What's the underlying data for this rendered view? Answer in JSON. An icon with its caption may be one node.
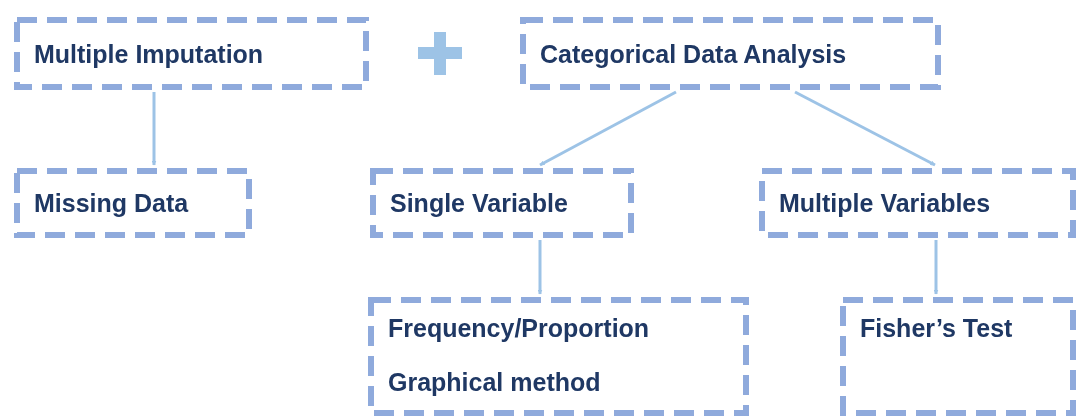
{
  "diagram": {
    "nodes": [
      {
        "text": [
          "Multiple Imputation"
        ]
      },
      {
        "text": [
          "Categorical Data Analysis"
        ]
      },
      {
        "text": [
          "Missing Data"
        ]
      },
      {
        "text": [
          "Single Variable"
        ]
      },
      {
        "text": [
          "Multiple Variables"
        ]
      },
      {
        "text": [
          "Frequency/Proportion",
          "Graphical method"
        ]
      },
      {
        "text": [
          "Fisher’s Test"
        ]
      }
    ],
    "edges": [
      {
        "from": 0,
        "to": 2,
        "arrow": "to"
      },
      {
        "from": 1,
        "to": 3,
        "arrow": "to"
      },
      {
        "from": 1,
        "to": 4,
        "arrow": "to"
      },
      {
        "from": 3,
        "to": 5,
        "arrow": "to"
      },
      {
        "from": 4,
        "to": 6,
        "arrow": "to"
      }
    ]
  }
}
